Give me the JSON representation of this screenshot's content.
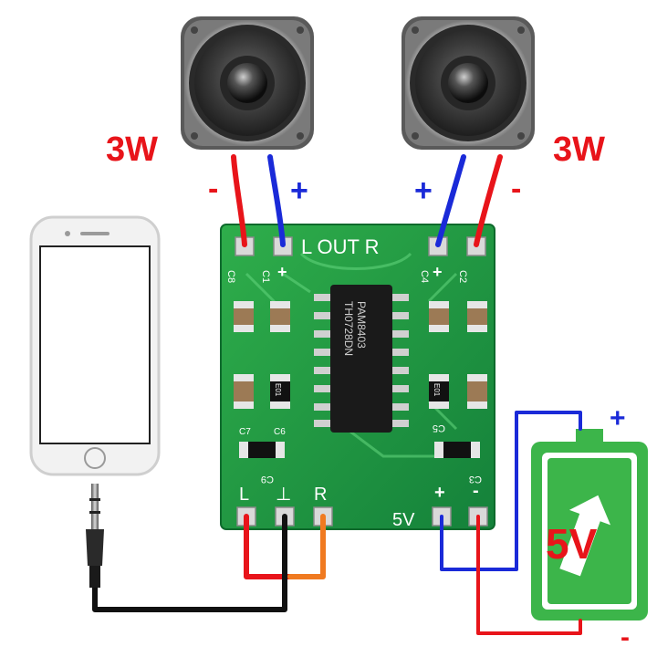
{
  "speakers": {
    "left": {
      "power": "3W",
      "neg_sign": "-",
      "pos_sign": "+"
    },
    "right": {
      "power": "3W",
      "neg_sign": "-",
      "pos_sign": "+"
    }
  },
  "board": {
    "out_label": "L OUT R",
    "chip_text_1": "PAM8403",
    "chip_text_2": "TH0728DN",
    "pin_plus_left": "+",
    "pin_plus_right": "+",
    "input_l": "L",
    "input_gnd": "⊥",
    "input_r": "R",
    "power_label": "5V",
    "power_plus": "+",
    "power_minus": "-",
    "silk": [
      "C8",
      "C1",
      "C4",
      "C2",
      "C5",
      "C3",
      "C9",
      "E01",
      "E01",
      "C7",
      "C6"
    ]
  },
  "battery": {
    "label": "5V",
    "plus": "+",
    "minus": "-"
  },
  "colors": {
    "red": "#e8141a",
    "blue": "#1a2ad8",
    "black": "#111111",
    "orange": "#f07a20",
    "pcb": "#1f9a3c",
    "battery": "#3cb54a"
  }
}
